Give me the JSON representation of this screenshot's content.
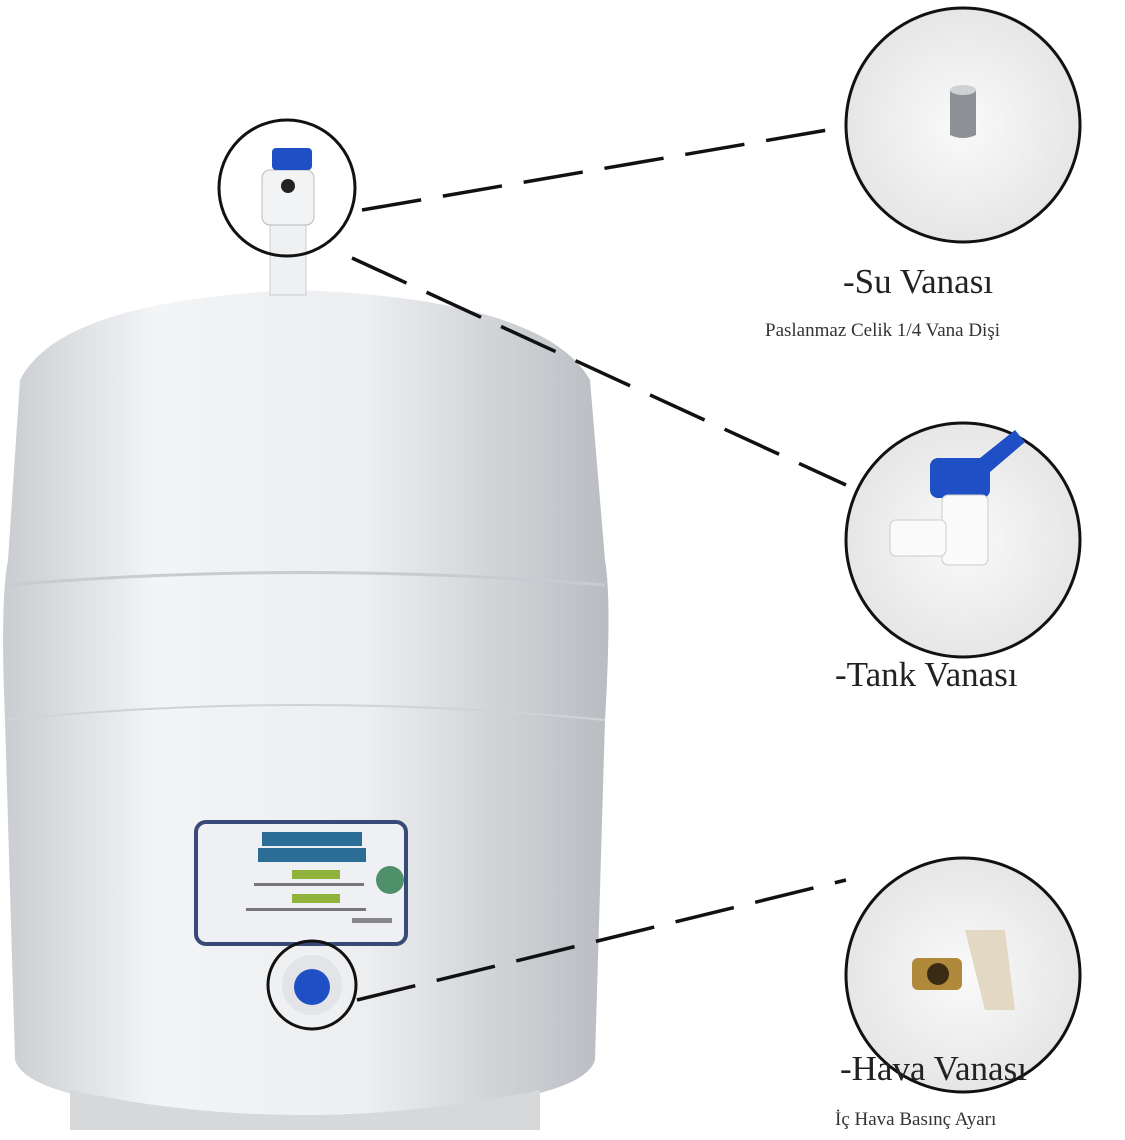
{
  "callouts": [
    {
      "title": "-Su Vanası",
      "subtitle": "Paslanmaz Celik 1/4 Vana Dişi"
    },
    {
      "title": "-Tank Vanası"
    },
    {
      "title": "-Hava Vanası",
      "subtitle": "İç Hava Basınç Ayarı"
    }
  ],
  "colors": {
    "tank": "#eceef0",
    "valve_blue": "#1f4fc4",
    "brass": "#b08a3a",
    "line": "#111111"
  }
}
